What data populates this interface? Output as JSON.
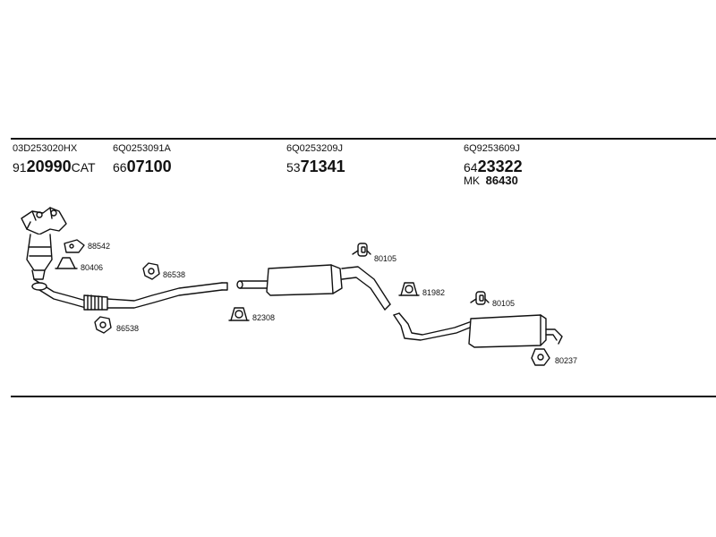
{
  "columns": [
    {
      "oe": "03D253020HX",
      "prefix": "91",
      "bold": "20990",
      "suffix": "CAT"
    },
    {
      "oe": "6Q0253091A",
      "prefix": "66",
      "bold": "07100",
      "suffix": ""
    },
    {
      "oe": "6Q0253209J",
      "prefix": "53",
      "bold": "71341",
      "suffix": ""
    },
    {
      "oe": "6Q9253609J",
      "prefix": "64",
      "bold": "23322",
      "suffix": ""
    }
  ],
  "mk": {
    "prefix": "MK",
    "value": "86430"
  },
  "parts": {
    "p88542": "88542",
    "p80406": "80406",
    "p86538a": "86538",
    "p86538b": "86538",
    "p82308": "82308",
    "p80105a": "80105",
    "p81982": "81982",
    "p80105b": "80105",
    "p80237": "80237"
  }
}
